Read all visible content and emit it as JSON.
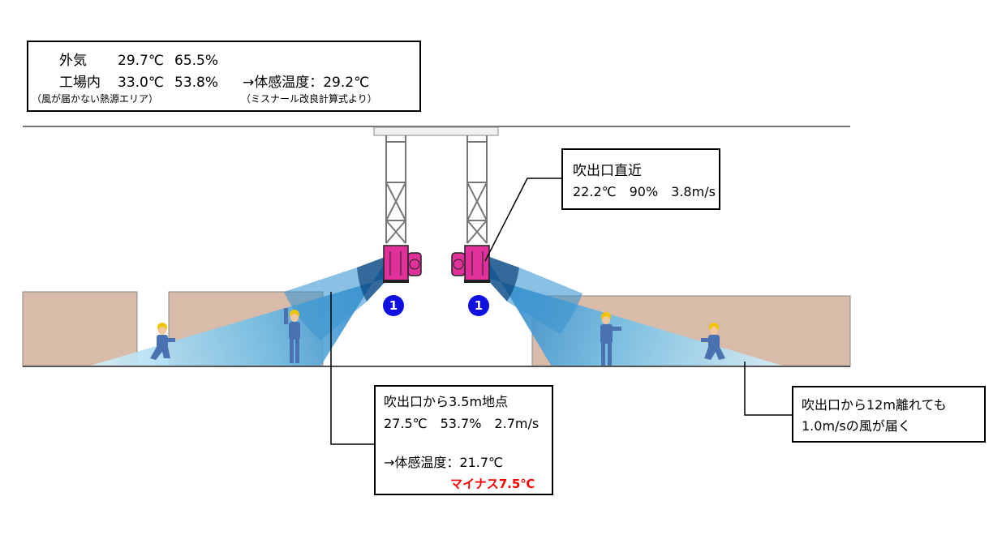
{
  "conditions": {
    "outdoor_label": "外気",
    "outdoor_temp": "29.7℃",
    "outdoor_humidity": "65.5%",
    "factory_label": "工場内",
    "factory_temp": "33.0℃",
    "factory_humidity": "53.8%",
    "factory_note": "（風が届かない熱源エリア）",
    "feel_temp": "→体感温度：29.2℃",
    "feel_note": "（ミスナール改良計算式より）"
  },
  "outlet_near": {
    "title": "吹出口直近",
    "values": "22.2℃　90%　3.8m/s"
  },
  "point_35m": {
    "title": "吹出口から3.5m地点",
    "values": "27.5℃　53.7%　2.7m/s",
    "feel_temp": "→体感温度：21.7℃",
    "reduction": "マイナス7.5℃"
  },
  "point_12m": {
    "line1": "吹出口から12m離れても",
    "line2": "1.0m/sの風が届く"
  },
  "units": [
    {
      "label": "1"
    },
    {
      "label": "1"
    }
  ],
  "colors": {
    "wall": "#d8bba8",
    "jet_light": "#b5e4f5",
    "jet_mid": "#5aaddd",
    "jet_dark": "#10508a",
    "unit": "#e0309a",
    "badge": "#1010e0",
    "accent_red": "#ff0000"
  }
}
